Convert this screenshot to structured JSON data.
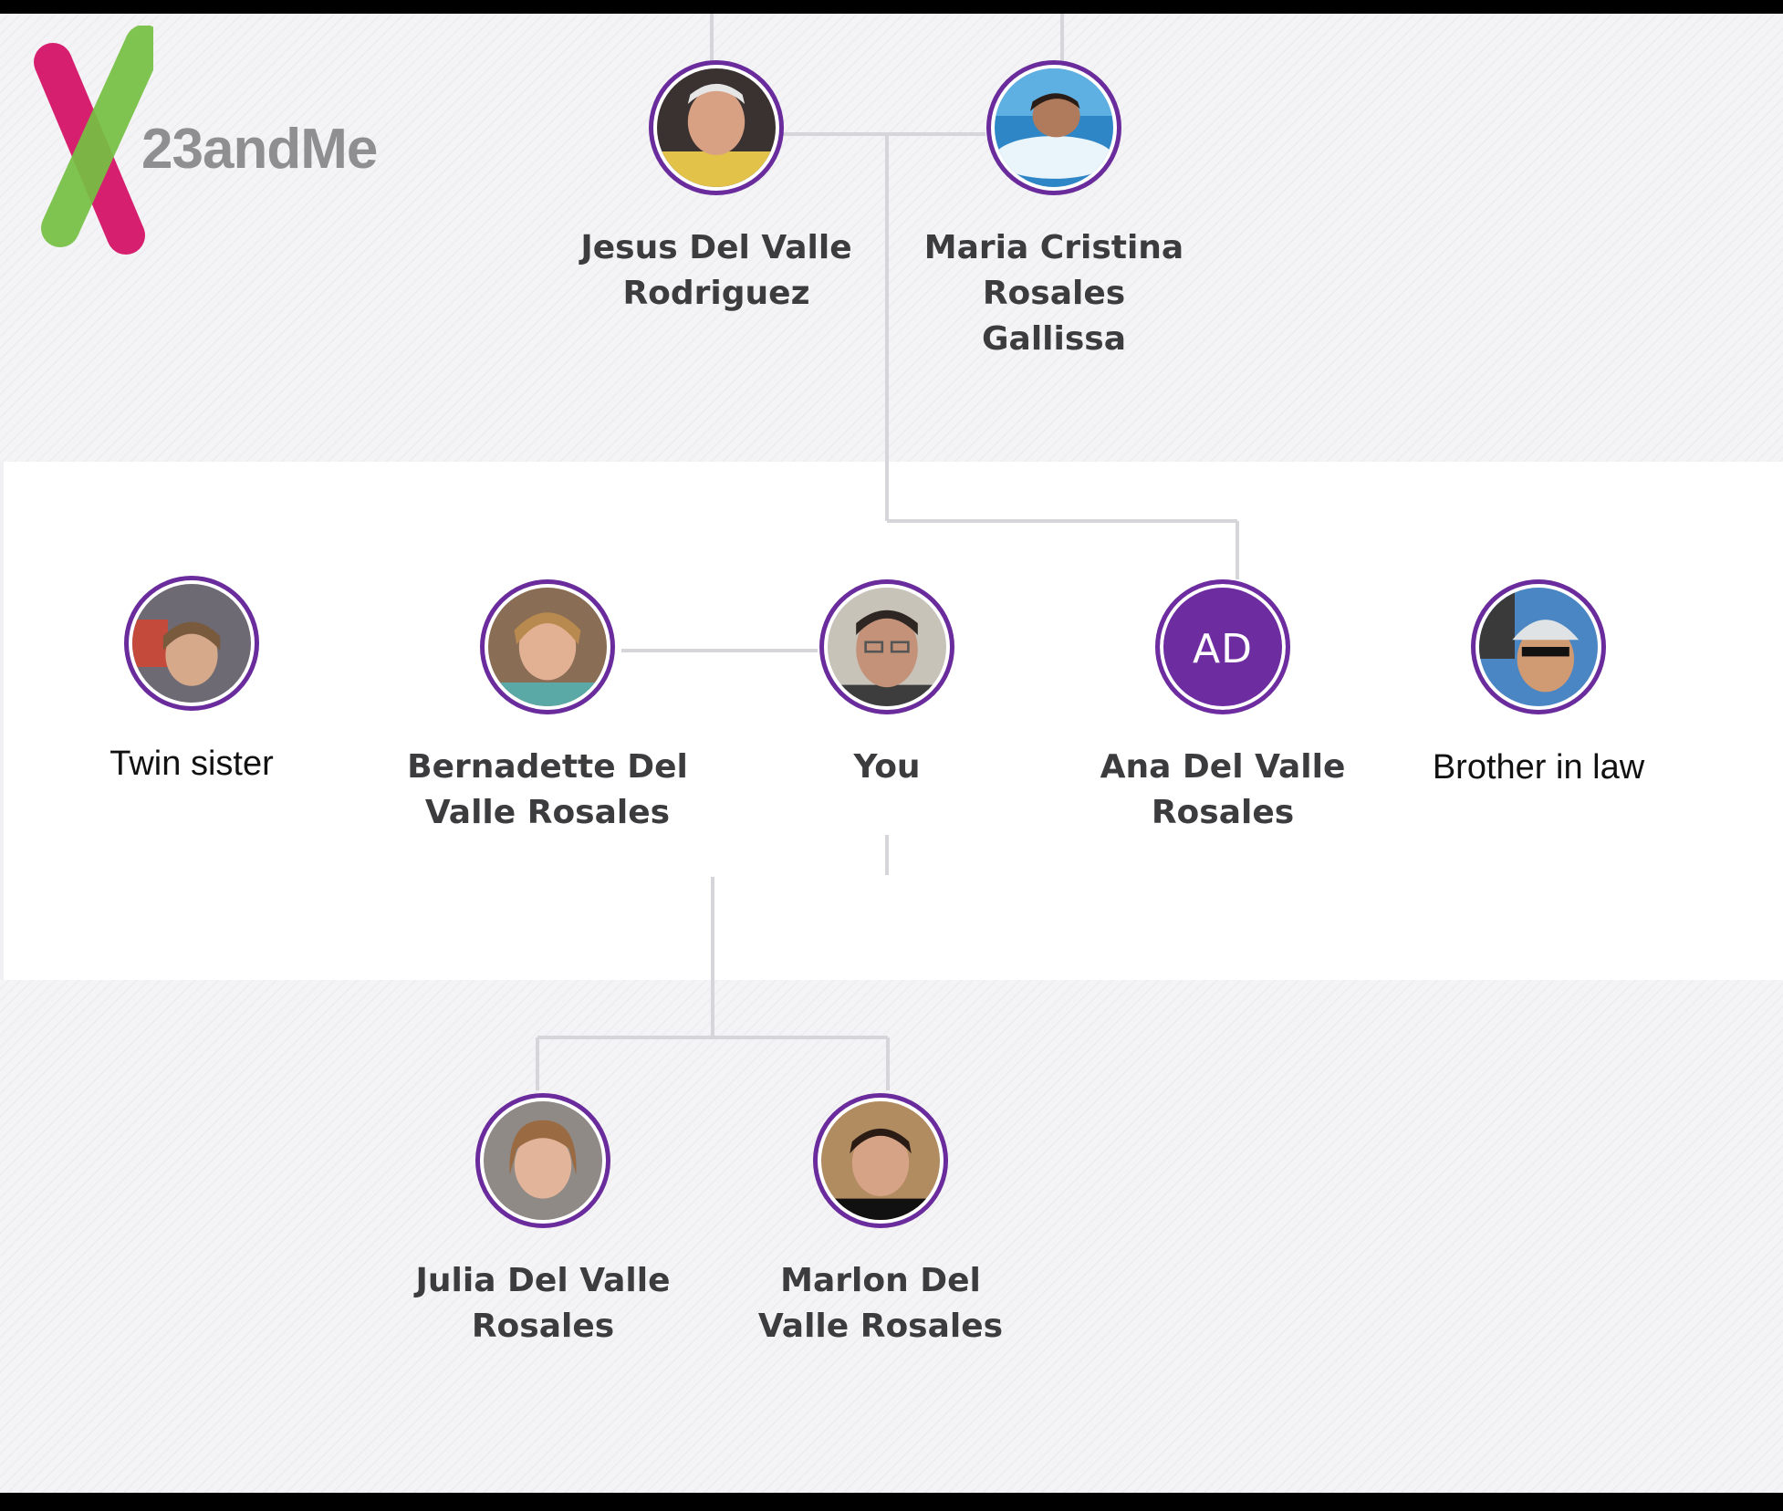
{
  "app": {
    "logo_text": "23andMe",
    "accent": "#6a2c9c"
  },
  "tree": {
    "parents": [
      {
        "name": "Jesus Del Valle Rodriguez",
        "icon": "avatar-photo"
      },
      {
        "name": "Maria Cristina Rosales Gallissa",
        "icon": "avatar-photo"
      }
    ],
    "siblings": [
      {
        "name": "Twin sister",
        "icon": "avatar-photo"
      },
      {
        "name": "Bernadette Del Valle Rosales",
        "icon": "avatar-photo"
      },
      {
        "name": "You",
        "icon": "avatar-photo"
      },
      {
        "name": "Ana Del Valle Rosales",
        "initials": "AD"
      },
      {
        "name": "Brother in law",
        "icon": "avatar-photo"
      }
    ],
    "children": [
      {
        "name": "Julia Del Valle Rosales",
        "icon": "avatar-photo"
      },
      {
        "name": "Marlon Del Valle Rosales",
        "icon": "avatar-photo"
      }
    ]
  }
}
